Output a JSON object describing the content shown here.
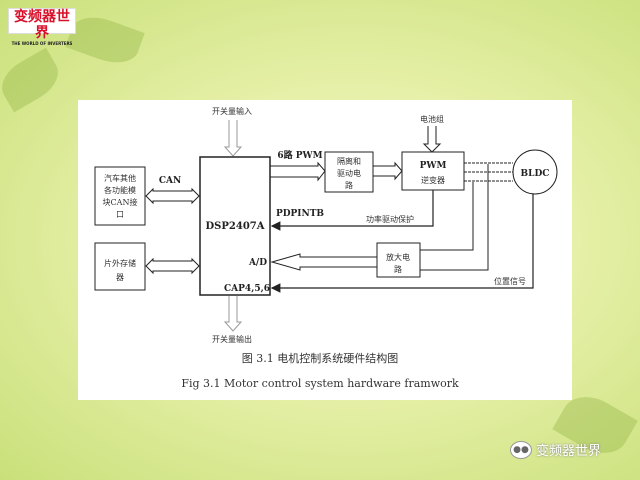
{
  "logo": {
    "cn": "变频器世界",
    "en": "THE WORLD OF INVERTERS"
  },
  "diagram": {
    "switch_in": "开关量输入",
    "switch_out": "开关量输出",
    "dsp": "DSP2407A",
    "can_box": [
      "汽车其他",
      "各功能模",
      "块CAN接",
      "口"
    ],
    "can": "CAN",
    "mem_box": [
      "片外存储",
      "器"
    ],
    "pwm6": "6路 PWM",
    "iso_box": [
      "隔离和",
      "驱动电",
      "路"
    ],
    "battery": "电池组",
    "inv_box": [
      "PWM",
      "逆变器"
    ],
    "bldc": "BLDC",
    "pdpintb": "PDPINTB",
    "protect": "功率驱动保护",
    "ad": "A/D",
    "amp_box": [
      "放大电",
      "路"
    ],
    "cap": "CAP4,5,6",
    "position": "位置信号"
  },
  "caption": {
    "cn": "图 3.1  电机控制系统硬件结构图",
    "en": "Fig 3.1 Motor control system hardware framwork"
  },
  "watermark": "变频器世界"
}
